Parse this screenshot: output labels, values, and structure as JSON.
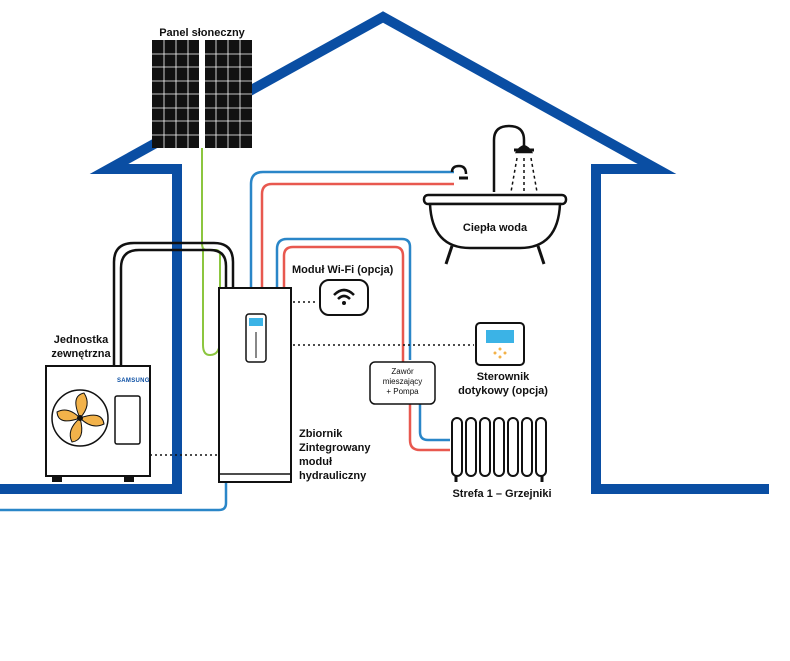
{
  "labels": {
    "solar_panel": "Panel słoneczny",
    "hot_water": "Ciepła woda",
    "wifi_module": "Moduł Wi-Fi (opcja)",
    "outdoor_unit_line1": "Jednostka",
    "outdoor_unit_line2": "zewnętrzna",
    "outdoor_brand": "SAMSUNG",
    "mixing_valve_line1": "Zawór",
    "mixing_valve_line2": "mieszający",
    "mixing_valve_line3": "+ Pompa",
    "controller_line1": "Sterownik",
    "controller_line2": "dotykowy (opcja)",
    "tank_line1": "Zbiornik",
    "tank_line2": "Zintegrowany",
    "tank_line3": "moduł",
    "tank_line4": "hydrauliczny",
    "radiators": "Strefa 1 – Grzejniki"
  },
  "colors": {
    "house_outline": "#0a4ea3",
    "pipe_hot": "#e8584f",
    "pipe_cold": "#2a86c8",
    "solar_line": "#8cc63f",
    "fan": "#f2b24a",
    "screen": "#3bb3e6"
  }
}
